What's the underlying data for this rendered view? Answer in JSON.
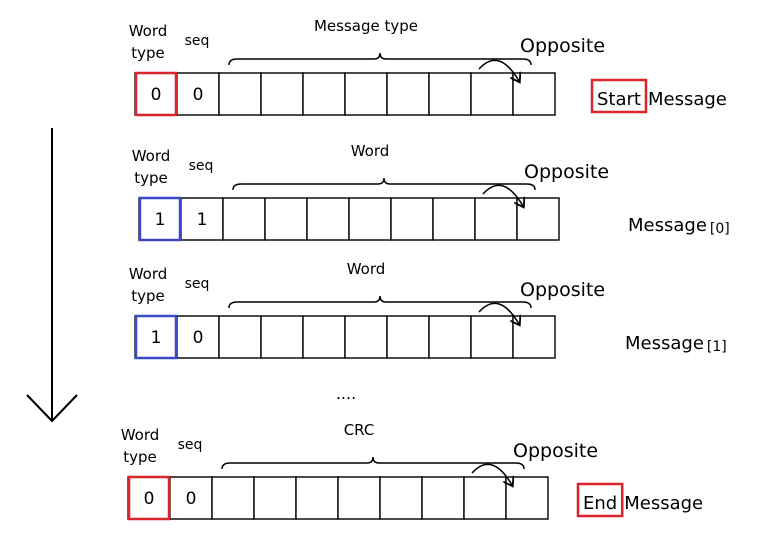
{
  "colors": {
    "start_end_highlight": "#d9252b",
    "word_highlight": "#3b4bc8",
    "line": "#000000"
  },
  "rows": [
    {
      "word_type_label": "Word type",
      "seq_label": "seq",
      "brace_label": "Message type",
      "word_type_value": "0",
      "seq_value": "0",
      "opposite_label": "Opposite",
      "tag": "Start",
      "right_text": "Message",
      "subscript": "",
      "highlight": "start_end_highlight"
    },
    {
      "word_type_label": "Word type",
      "seq_label": "seq",
      "brace_label": "Word",
      "word_type_value": "1",
      "seq_value": "1",
      "opposite_label": "Opposite",
      "tag": "",
      "right_text": "Message",
      "subscript": "[0]",
      "highlight": "word_highlight"
    },
    {
      "word_type_label": "Word type",
      "seq_label": "seq",
      "brace_label": "Word",
      "word_type_value": "1",
      "seq_value": "0",
      "opposite_label": "Opposite",
      "tag": "",
      "right_text": "Message",
      "subscript": "[1]",
      "highlight": "word_highlight"
    },
    {
      "word_type_label": "Word type",
      "seq_label": "seq",
      "brace_label": "CRC",
      "word_type_value": "0",
      "seq_value": "0",
      "opposite_label": "Opposite",
      "tag": "End",
      "right_text": "Message",
      "subscript": "",
      "highlight": "start_end_highlight"
    }
  ],
  "ellipsis": "...."
}
